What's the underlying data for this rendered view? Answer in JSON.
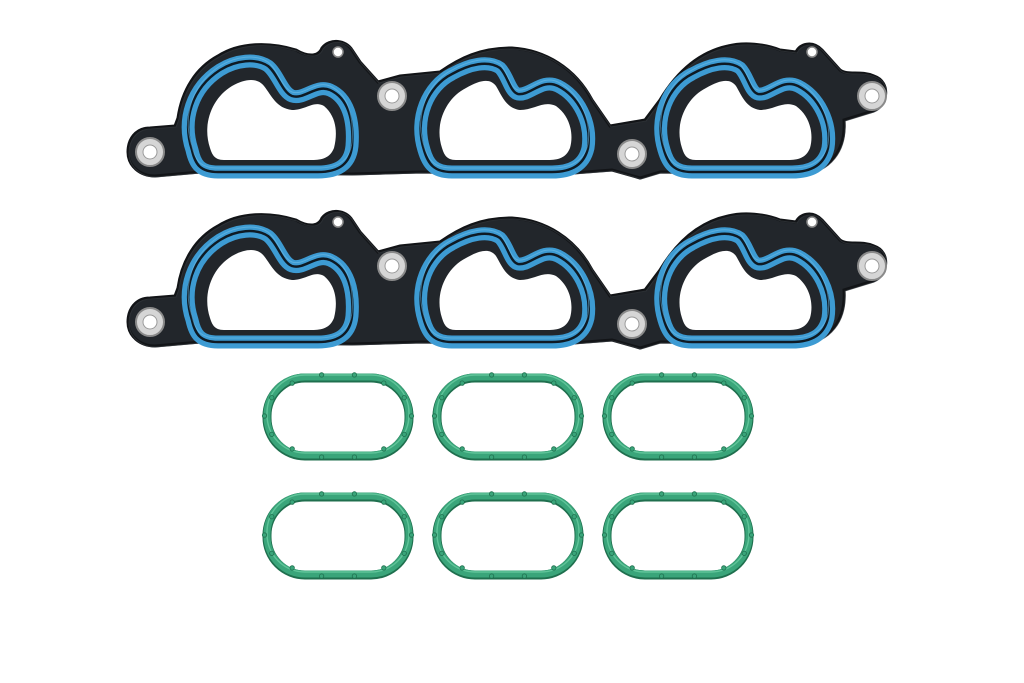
{
  "scene": {
    "background_color": "#ffffff",
    "manifold_gasket_count": 2,
    "port_seal_count": 6,
    "colors": {
      "gasket_plate": "#22262b",
      "gasket_plate_edge": "#121417",
      "bead": "#3d9bd3",
      "bead_highlight": "#7cc4ea",
      "bead_groove": "#0e1a24",
      "washer": "#d6d6d6",
      "washer_ring": "#8a8a8a",
      "washer_hole": "#ffffff",
      "seal": "#3aa57a",
      "seal_dark": "#1f6f4e",
      "seal_light": "#6fd1a6"
    },
    "icons": [
      "intake-manifold-gasket",
      "bolt-washer",
      "port-seal-ring"
    ]
  }
}
